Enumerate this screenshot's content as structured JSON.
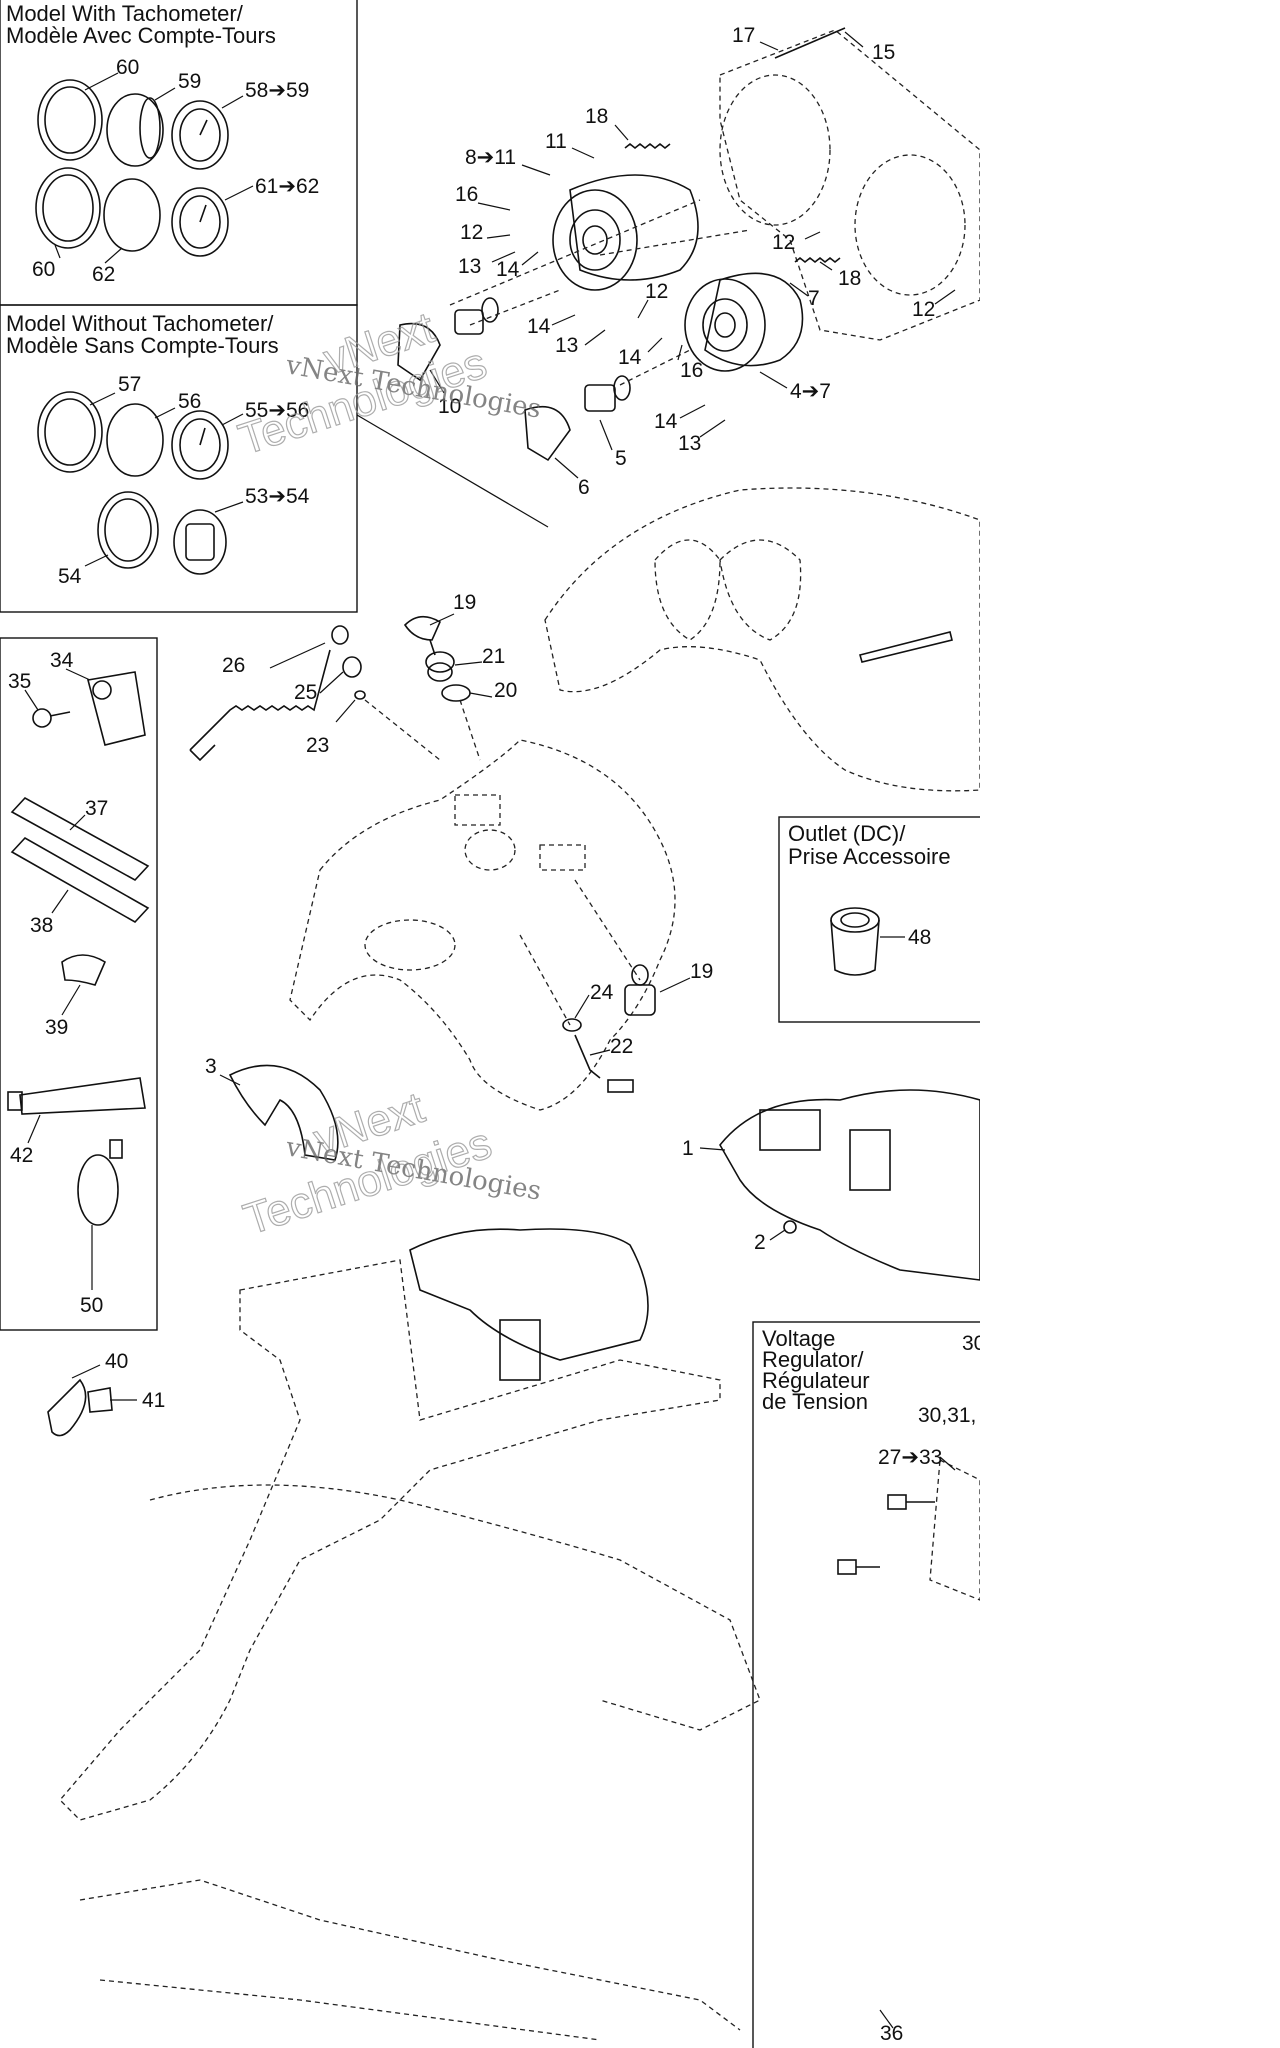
{
  "panels": {
    "tachometer": [
      "Model With Tachometer/",
      "Modèle Avec Compte-Tours"
    ],
    "no_tachometer": [
      "Model Without Tachometer/",
      "Modèle Sans Compte-Tours"
    ],
    "outlet": [
      "Outlet (DC)/",
      "Prise Accessoire"
    ],
    "voltage": [
      "Voltage",
      "Regulator/",
      "Régulateur",
      "de Tension"
    ]
  },
  "watermark": {
    "line1": "vNext Technologies",
    "line2": "vNext",
    "line3": "Technologies"
  },
  "callouts": {
    "c60a": "60",
    "c59": "59",
    "c58": "58➔59",
    "c60b": "60",
    "c62": "62",
    "c61": "61➔62",
    "c57": "57",
    "c56": "56",
    "c55": "55➔56",
    "c53": "53➔54",
    "c54": "54",
    "c17": "17",
    "c15": "15",
    "c18a": "18",
    "c11": "11",
    "c8": "8➔11",
    "c16a": "16",
    "c12a": "12",
    "c13a": "13",
    "c14a": "14",
    "c12b": "12",
    "c18b": "18",
    "c12c": "12",
    "c12d": "12",
    "c7": "7",
    "c14b": "14",
    "c13b": "13",
    "c14c": "14",
    "c16b": "16",
    "c10": "10",
    "c4": "4➔7",
    "c14d": "14",
    "c13c": "13",
    "c5": "5",
    "c6": "6",
    "c34": "34",
    "c35": "35",
    "c37": "37",
    "c38": "38",
    "c39": "39",
    "c42": "42",
    "c50": "50",
    "c19a": "19",
    "c21": "21",
    "c20": "20",
    "c26": "26",
    "c25": "25",
    "c23": "23",
    "c19b": "19",
    "c24": "24",
    "c22": "22",
    "c3": "3",
    "c1": "1",
    "c2": "2",
    "c48": "48",
    "c40": "40",
    "c41": "41",
    "c30a": "30",
    "c30b": "30,31,",
    "c27": "27➔33",
    "c36": "36"
  }
}
